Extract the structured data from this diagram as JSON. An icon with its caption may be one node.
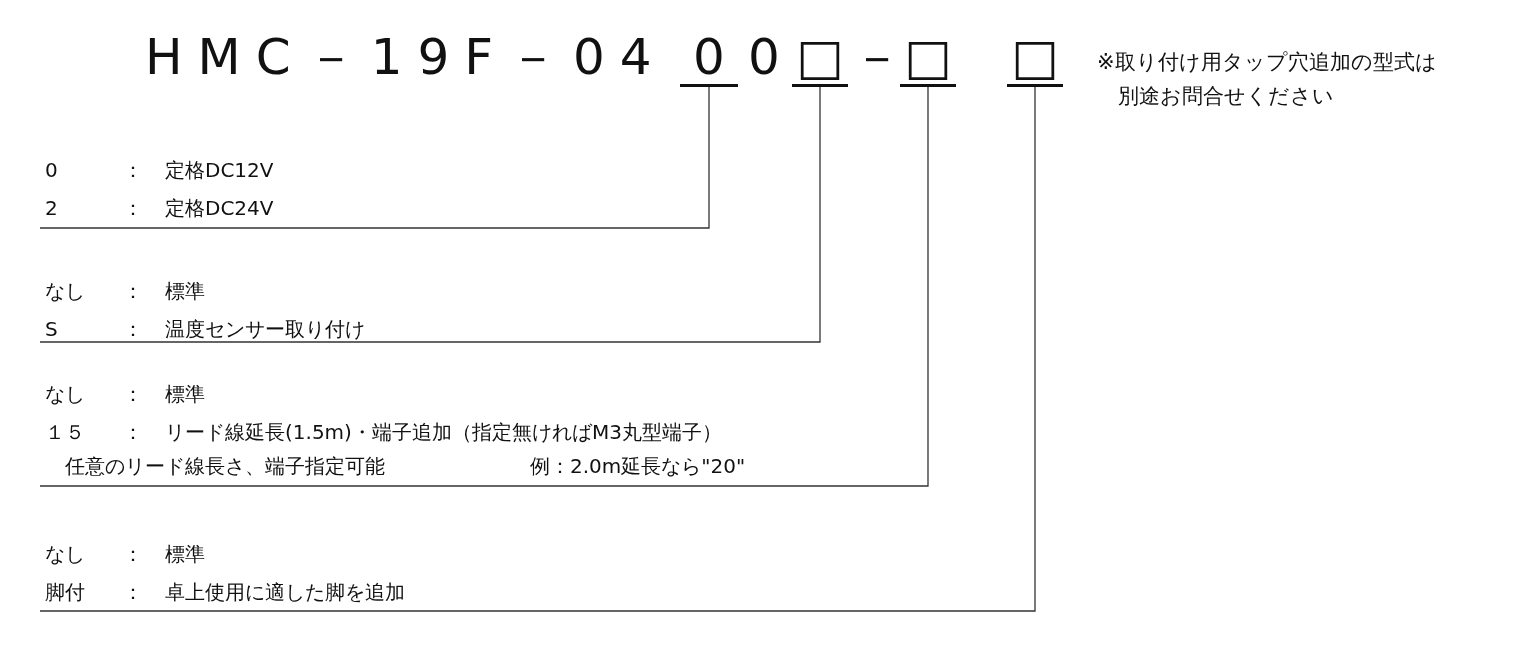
{
  "diagram": {
    "nodes": [
      {
        "text": [
          "0"
        ]
      },
      {
        "text": [
          "□"
        ]
      },
      {
        "text": [
          "□"
        ]
      },
      {
        "text": [
          "□"
        ]
      },
      {
        "text": [
          "0",
          "：",
          "定格DC12V",
          "2",
          "：",
          "定格DC24V"
        ]
      },
      {
        "text": [
          "なし",
          "：",
          "標準",
          "S",
          "：",
          "温度センサー取り付け"
        ]
      },
      {
        "text": [
          "なし",
          "：",
          "標準",
          "１５",
          "：",
          "リード線延長(1.5m)・端子追加（指定無ければM3丸型端子）",
          "任意のリード線長さ、端子指定可能",
          "例：2.0m延長なら\"20\""
        ]
      },
      {
        "text": [
          "なし",
          "：",
          "標準",
          "脚付",
          "：",
          "卓上使用に適した脚を追加"
        ]
      }
    ],
    "edges": [
      {
        "from": 4,
        "to": 0,
        "arrow": "none"
      },
      {
        "from": 5,
        "to": 1,
        "arrow": "none"
      },
      {
        "from": 6,
        "to": 2,
        "arrow": "none"
      },
      {
        "from": 7,
        "to": 3,
        "arrow": "none"
      }
    ],
    "labels": [
      "HMC－19F－04",
      "0",
      "－",
      "※取り付け用タップ穴追加の型式は別途お問合せください"
    ]
  }
}
